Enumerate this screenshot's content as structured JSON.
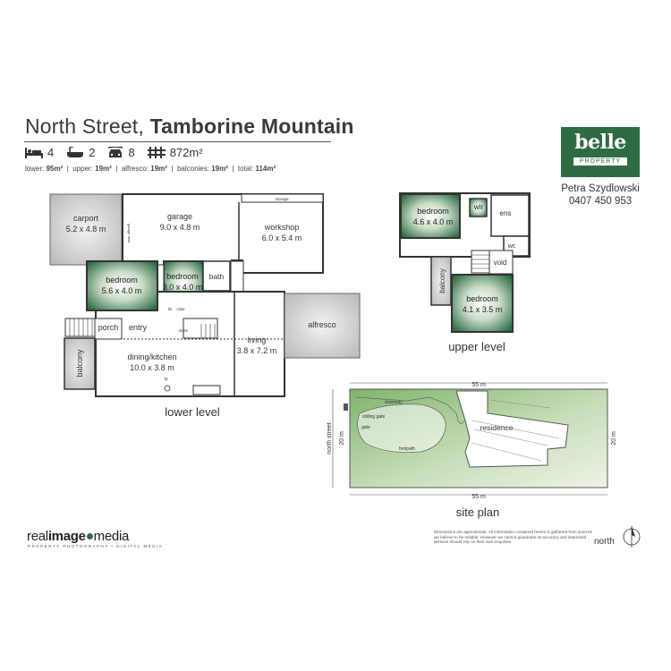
{
  "header": {
    "street": "North Street,",
    "suburb": "Tamborine Mountain"
  },
  "stats": {
    "bed": "4",
    "bath": "2",
    "car": "8",
    "land": "872m²"
  },
  "areas": {
    "lower_label": "lower:",
    "lower": "95m²",
    "upper_label": "upper:",
    "upper": "19m²",
    "alfresco_label": "alfresco:",
    "alfresco": "19m²",
    "balconies_label": "balconies:",
    "balconies": "19m²",
    "total_label": "total:",
    "total": "114m²"
  },
  "brand": {
    "logo_main": "belle",
    "logo_sub": "PROPERTY",
    "agent_name": "Petra Szydlowski",
    "agent_phone": "0407 450 953",
    "accent": "#2e6b45"
  },
  "lower": {
    "carport": "carport",
    "carport_dim": "5.2 x 4.8 m",
    "garage": "garage",
    "garage_dim": "9.0 x 4.8 m",
    "workshop": "workshop",
    "workshop_dim": "6.0 x 5.4 m",
    "storage": "storage",
    "garage_door": "garage door",
    "bed1": "bedroom",
    "bed1_dim": "5.6 x 4.0 m",
    "bed2": "bedroom",
    "bed2_dim": "3.0 x 4.0 m",
    "bath": "bath",
    "robe": "robe",
    "lin": "lin",
    "porch": "porch",
    "entry": "entry",
    "living": "living",
    "living_dim": "3.8 x 7.2 m",
    "dining": "dining/kitchen",
    "dining_dim": "10.0 x 3.8 m",
    "alfresco": "alfresco",
    "balcony": "balcony",
    "store": "store",
    "fp": "fp",
    "caption": "lower level"
  },
  "upper": {
    "bed3": "bedroom",
    "bed3_dim": "4.6 x 4.0 m",
    "wir": "wir",
    "ens": "ens",
    "wc": "wc",
    "void": "void",
    "bed4": "bedroom",
    "bed4_dim": "4.1 x 3.5 m",
    "balcony": "balcony",
    "caption": "upper level"
  },
  "site": {
    "top_dim": "55 m",
    "bottom_dim": "55 m",
    "left_dim": "20 m",
    "right_dim": "20 m",
    "street": "north street",
    "driveway": "driveway",
    "sliding_gate": "sliding gate",
    "gate": "gate",
    "footpath": "footpath",
    "residence": "residence",
    "caption": "site plan"
  },
  "footer": {
    "credit_a": "real",
    "credit_b": "image",
    "credit_c": "media",
    "credit_sub": "PROPERTY PHOTOGRAPHY • DIGITAL MEDIA",
    "disclaimer": "Dimensions are approximate. All information contained herein is gathered from sources we believe to be reliable. However we cannot guarantee its accuracy and interested persons should rely on their own enquiries.",
    "north": "north"
  },
  "colors": {
    "room_green": "#2e6b45",
    "site_green": "#8fc07a",
    "grey_area": "#cfcfcf"
  }
}
